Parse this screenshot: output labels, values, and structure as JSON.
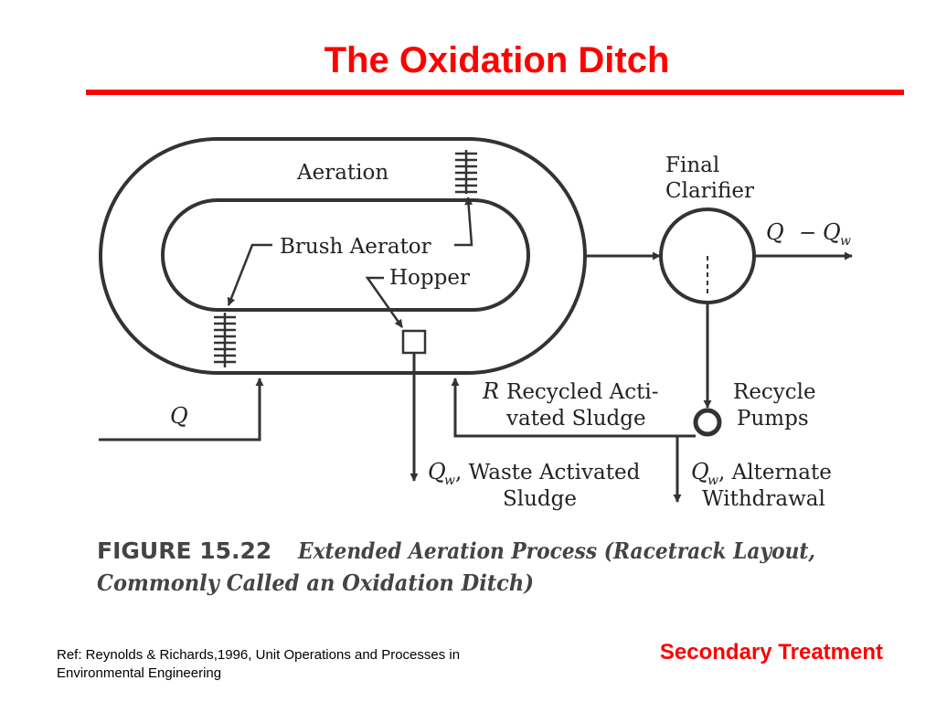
{
  "slide": {
    "title": "The Oxidation Ditch",
    "topic": "Secondary Treatment",
    "reference_line1": "Ref: Reynolds & Richards,1996, Unit Operations and Processes in",
    "reference_line2": "Environmental Engineering",
    "accent_color": "#ff0000"
  },
  "diagram": {
    "aeration": "Aeration",
    "brush_aerator": "Brush Aerator",
    "hopper": "Hopper",
    "final_clarifier_line1": "Final",
    "final_clarifier_line2": "Clarifier",
    "effluent_q": "Q",
    "effluent_minus": "−",
    "effluent_qw": "Q",
    "effluent_sub": "w",
    "influent": "Q",
    "recycle_r": "R",
    "recycle_line1": "Recycled Acti-",
    "recycle_line2": "vated Sludge",
    "pumps_line1": "Recycle",
    "pumps_line2": "Pumps",
    "waste_q": "Q",
    "waste_sub": "w",
    "waste_line1": ", Waste Activated",
    "waste_line2": "Sludge",
    "alt_q": "Q",
    "alt_sub": "w",
    "alt_line1": ", Alternate",
    "alt_line2": "Withdrawal",
    "figure_number": "FIGURE 15.22",
    "figure_caption_line1": "Extended Aeration Process (Racetrack Layout,",
    "figure_caption_line2": "Commonly Called an Oxidation Ditch)"
  }
}
